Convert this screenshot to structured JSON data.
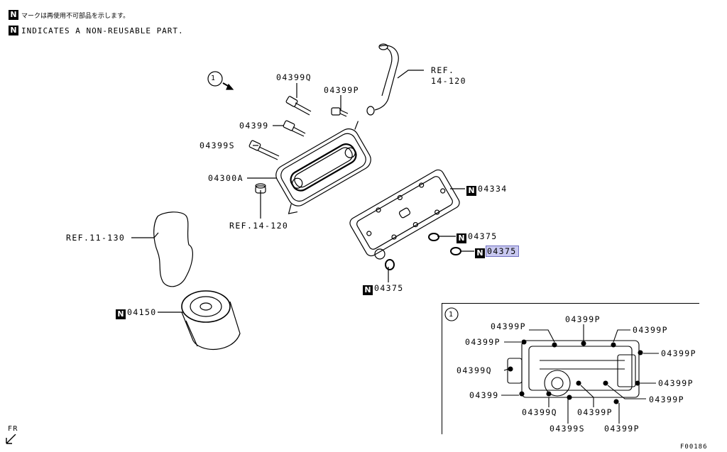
{
  "legend": {
    "line_jp": "マークは再使用不可部品を示します。",
    "line_en": "INDICATES A NON-REUSABLE PART.",
    "badge": "N"
  },
  "callout_number": "1",
  "labels": {
    "p04399q": "04399Q",
    "p04399p": "04399P",
    "p04399": "04399",
    "p04399s": "04399S",
    "p04300a": "04300A",
    "ref_14_120_a": "REF.",
    "ref_14_120_b": "14-120",
    "ref_14_120_c": "REF.14-120",
    "ref_11_130": "REF.11-130",
    "p04334": "04334",
    "p04375_a": "04375",
    "p04375_b": "04375",
    "p04375_c": "04375",
    "p04150": "04150"
  },
  "detail": {
    "number": "1",
    "labels": [
      "04399P",
      "04399P",
      "04399P",
      "04399P",
      "04399P",
      "04399Q",
      "04399",
      "04399Q",
      "04399P",
      "04399P",
      "04399P",
      "04399S",
      "04399P"
    ]
  },
  "fr_label": "FR",
  "figure_code": "F00186",
  "highlight_color": "#c8c8f0"
}
